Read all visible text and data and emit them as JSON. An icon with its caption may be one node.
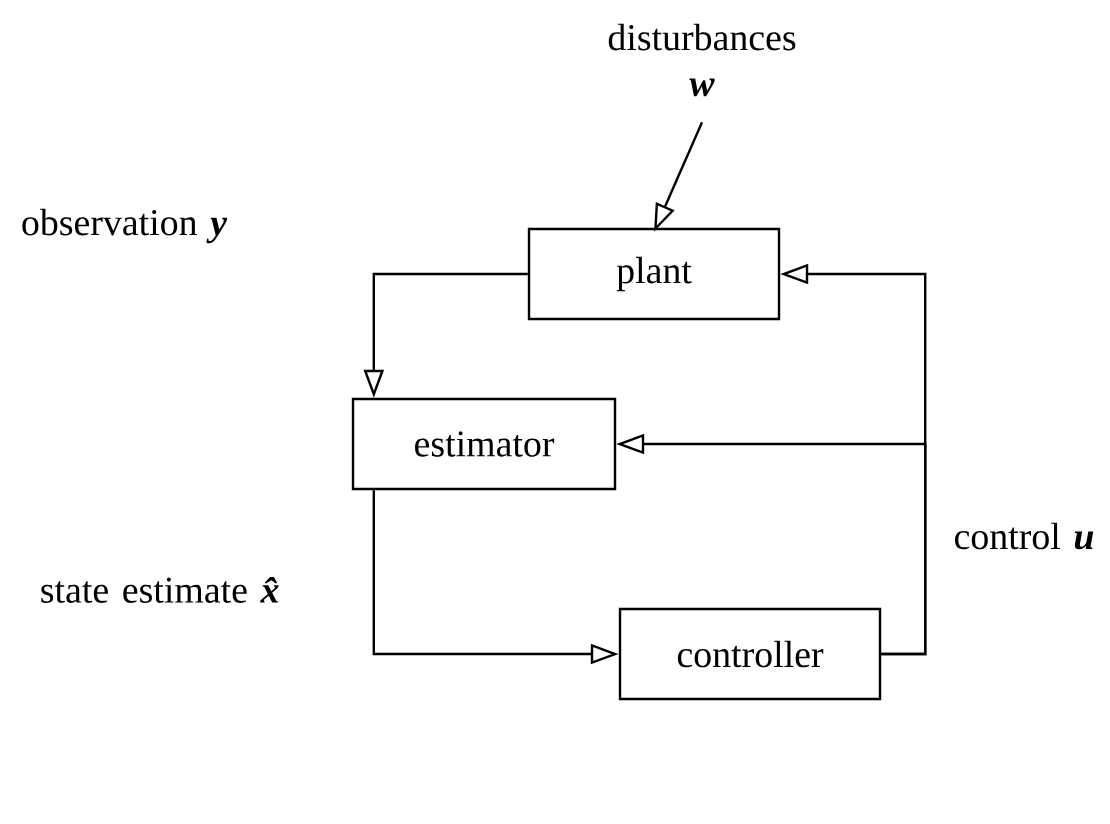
{
  "diagram": {
    "nodes": [
      {
        "text": [
          "plant"
        ]
      },
      {
        "text": [
          "estimator"
        ]
      },
      {
        "text": [
          "controller"
        ]
      },
      {
        "text": [
          "disturbances *w*"
        ]
      }
    ],
    "edges": [
      {
        "from": 3,
        "to": 0,
        "arrow": "to"
      },
      {
        "from": 0,
        "to": 1,
        "arrow": "to",
        "label": "observation *y*"
      },
      {
        "from": 1,
        "to": 2,
        "arrow": "to",
        "label": "state estimate *x̂*"
      },
      {
        "from": 2,
        "to": 0,
        "arrow": "to",
        "label": "control *u*"
      },
      {
        "from": 2,
        "to": 1,
        "arrow": "to"
      }
    ]
  }
}
